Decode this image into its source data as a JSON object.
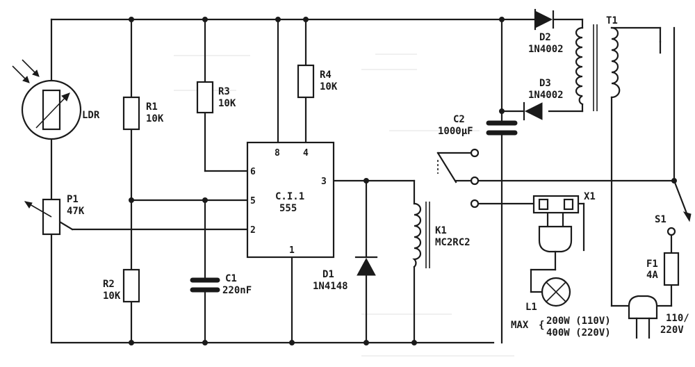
{
  "components": {
    "ldr": "LDR",
    "r1_ref": "R1",
    "r1_val": "10K",
    "r2_ref": "R2",
    "r2_val": "10K",
    "r3_ref": "R3",
    "r3_val": "10K",
    "r4_ref": "R4",
    "r4_val": "10K",
    "p1_ref": "P1",
    "p1_val": "47K",
    "c1_ref": "C1",
    "c1_val": "220nF",
    "c2_ref": "C2",
    "c2_val": "1000µF",
    "ic_ref": "C.I.1",
    "ic_val": "555",
    "d1_ref": "D1",
    "d1_val": "1N4148",
    "d2_ref": "D2",
    "d2_val": "1N4002",
    "d3_ref": "D3",
    "d3_val": "1N4002",
    "k1_ref": "K1",
    "k1_val": "MC2RC2",
    "t1_ref": "T1",
    "x1_ref": "X1",
    "l1_ref": "L1",
    "s1_ref": "S1",
    "f1_ref": "F1",
    "f1_val": "4A",
    "max_label": "MAX",
    "max_line1": "200W (110V)",
    "max_line2": "400W (220V)",
    "mains_line1": "110/",
    "mains_line2": "220V"
  },
  "ic_pins": {
    "p8": "8",
    "p4": "4",
    "p6": "6",
    "p5": "5",
    "p2": "2",
    "p3": "3",
    "p1": "1"
  }
}
